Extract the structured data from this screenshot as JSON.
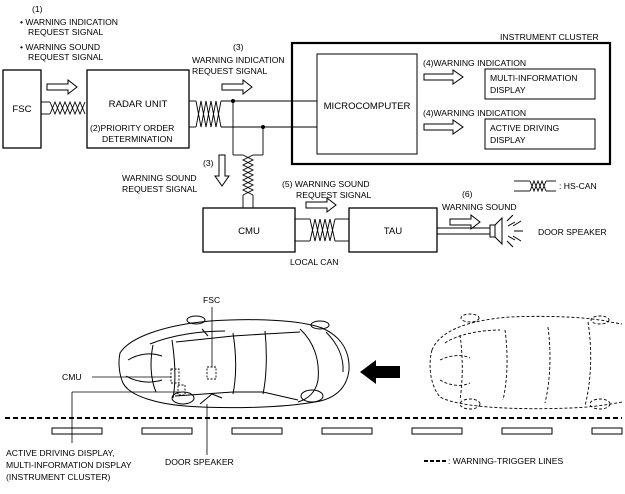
{
  "signals": {
    "step1_num": "(1)",
    "warning_indication_request_l1": "• WARNING INDICATION",
    "warning_indication_request_l2": "REQUEST SIGNAL",
    "warning_sound_request_l1": "• WARNING SOUND",
    "warning_sound_request_l2": "REQUEST SIGNAL",
    "step3_top_num": "(3)",
    "step3_top_l1": "WARNING INDICATION",
    "step3_top_l2": "REQUEST SIGNAL",
    "step3_left_num": "(3)",
    "step3_left_l1": "WARNING SOUND",
    "step3_left_l2": "REQUEST SIGNAL",
    "step5_l1": "(5) WARNING SOUND",
    "step5_l2": "REQUEST SIGNAL",
    "step6_num": "(6)",
    "step6_label": "WARNING SOUND",
    "step4a": "(4)WARNING INDICATION",
    "step4b": "(4)WARNING INDICATION"
  },
  "boxes": {
    "fsc": "FSC",
    "radar_unit": "RADAR UNIT",
    "priority_l1": "(2)PRIORITY ORDER",
    "priority_l2": "DETERMINATION",
    "instrument_cluster": "INSTRUMENT CLUSTER",
    "microcomputer": "MICROCOMPUTER",
    "mid_l1": "MULTI-INFORMATION",
    "mid_l2": "DISPLAY",
    "add_l1": "ACTIVE DRIVING",
    "add_l2": "DISPLAY",
    "cmu": "CMU",
    "tau": "TAU",
    "local_can": "LOCAL CAN",
    "door_speaker_top": "DOOR SPEAKER"
  },
  "legend": {
    "hs_can": ": HS-CAN",
    "warning_trigger_lines": ": WARNING-TRIGGER LINES"
  },
  "car_labels": {
    "fsc": "FSC",
    "cmu": "CMU",
    "active_l1": "ACTIVE DRIVING DISPLAY,",
    "active_l2": "MULTI-INFORMATION DISPLAY",
    "active_l3": "(INSTRUMENT CLUSTER)",
    "door_speaker": "DOOR SPEAKER"
  },
  "colors": {
    "line": "#000000",
    "background": "#ffffff"
  }
}
